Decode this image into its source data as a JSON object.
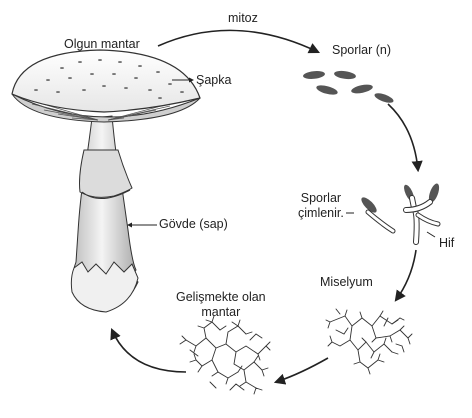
{
  "labels": {
    "mitosis": "mitoz",
    "mature_mushroom": "Olgun mantar",
    "cap": "Şapka",
    "spores": "Sporlar (n)",
    "spores_germinating_line1": "Sporlar",
    "spores_germinating_line2": "çimlenir.",
    "hypha": "Hif",
    "mycelium": "Miselyum",
    "stem": "Gövde (sap)",
    "developing_mushroom_line1": "Gelişmekte olan",
    "developing_mushroom_line2": "mantar"
  },
  "colors": {
    "ink": "#222222",
    "spore": "#555555",
    "cap_fill": "#f2f2f2",
    "stem_shade": "#d0d0d0"
  }
}
